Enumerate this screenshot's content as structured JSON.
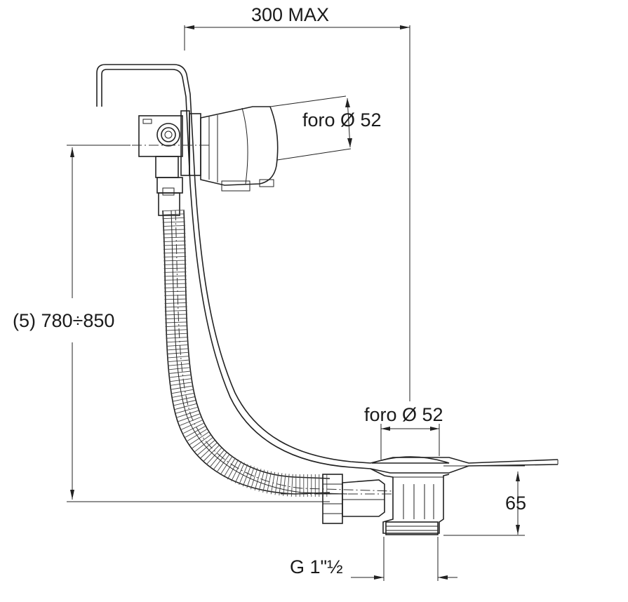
{
  "dimensions": {
    "top_width": "300 MAX",
    "overflow_hole": "foro Ø 52",
    "waste_hole": "foro Ø 52",
    "height_range": "(5) 780÷850",
    "waste_depth": "65",
    "thread": "G 1\"½"
  },
  "colors": {
    "line": "#222222",
    "fill": "#ffffff",
    "rim": "#dcdcdc"
  }
}
